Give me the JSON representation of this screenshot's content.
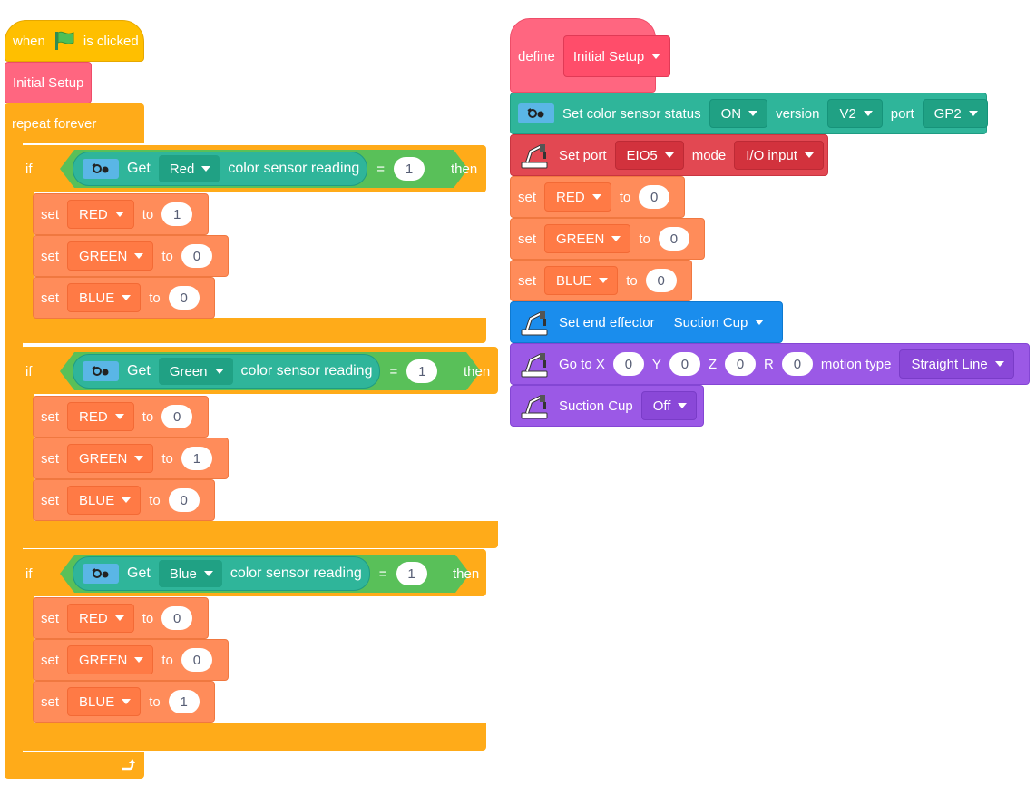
{
  "event": {
    "when": "when",
    "clicked": "is clicked",
    "flag_icon": "green-flag-icon"
  },
  "call_setup": "Initial Setup",
  "repeat": {
    "label": "repeat forever",
    "loop_icon": "loop-arrow-icon"
  },
  "ifs": [
    {
      "if": "if",
      "get": "Get",
      "color": "Red",
      "reading": "color sensor reading",
      "eq": "=",
      "value": "1",
      "then": "then",
      "sets": [
        {
          "set": "set",
          "var": "RED",
          "to": "to",
          "value": "1"
        },
        {
          "set": "set",
          "var": "GREEN",
          "to": "to",
          "value": "0"
        },
        {
          "set": "set",
          "var": "BLUE",
          "to": "to",
          "value": "0"
        }
      ]
    },
    {
      "if": "if",
      "get": "Get",
      "color": "Green",
      "reading": "color sensor reading",
      "eq": "=",
      "value": "1",
      "then": "then",
      "sets": [
        {
          "set": "set",
          "var": "RED",
          "to": "to",
          "value": "0"
        },
        {
          "set": "set",
          "var": "GREEN",
          "to": "to",
          "value": "1"
        },
        {
          "set": "set",
          "var": "BLUE",
          "to": "to",
          "value": "0"
        }
      ]
    },
    {
      "if": "if",
      "get": "Get",
      "color": "Blue",
      "reading": "color sensor reading",
      "eq": "=",
      "value": "1",
      "then": "then",
      "sets": [
        {
          "set": "set",
          "var": "RED",
          "to": "to",
          "value": "0"
        },
        {
          "set": "set",
          "var": "GREEN",
          "to": "to",
          "value": "0"
        },
        {
          "set": "set",
          "var": "BLUE",
          "to": "to",
          "value": "1"
        }
      ]
    }
  ],
  "define": {
    "define": "define",
    "name": "Initial Setup"
  },
  "sensor_status": {
    "label": "Set color sensor status",
    "status": "ON",
    "version_label": "version",
    "version": "V2",
    "port_label": "port",
    "port": "GP2"
  },
  "set_port": {
    "label": "Set port",
    "port": "EIO5",
    "mode_label": "mode",
    "mode": "I/O input"
  },
  "setup_sets": [
    {
      "set": "set",
      "var": "RED",
      "to": "to",
      "value": "0"
    },
    {
      "set": "set",
      "var": "GREEN",
      "to": "to",
      "value": "0"
    },
    {
      "set": "set",
      "var": "BLUE",
      "to": "to",
      "value": "0"
    }
  ],
  "end_effector": {
    "label": "Set end effector",
    "value": "Suction Cup"
  },
  "goto": {
    "label": "Go to X",
    "x": "0",
    "y_label": "Y",
    "y": "0",
    "z_label": "Z",
    "z": "0",
    "r_label": "R",
    "r": "0",
    "motion_label": "motion type",
    "motion": "Straight Line"
  },
  "suction": {
    "label": "Suction Cup",
    "value": "Off"
  },
  "colors": {
    "event": "#ffbf00",
    "control": "#ffab19",
    "variable": "#ff8c5a",
    "procedure": "#ff6680",
    "sensor": "#2fb59a",
    "operator": "#59c059",
    "io": "#e24852",
    "effector": "#1a8ded",
    "motion": "#9b59e6"
  },
  "icons": {
    "sensor": "color-sensor-icon",
    "arm": "robot-arm-icon"
  }
}
